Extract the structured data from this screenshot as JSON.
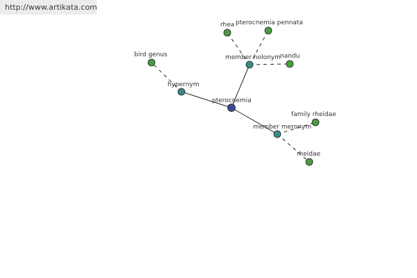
{
  "source": {
    "url_text": "http://www.artikata.com"
  },
  "colors": {
    "center": "#3d4a8c",
    "relation": "#3b8a8a",
    "leaf": "#4d9a47"
  },
  "graph": {
    "nodes": [
      {
        "id": "pterocnemia",
        "label": "pterocnemia",
        "kind": "center"
      },
      {
        "id": "hypernym",
        "label": "hypernym",
        "kind": "relation"
      },
      {
        "id": "member-holonym",
        "label": "member holonym",
        "kind": "relation"
      },
      {
        "id": "member-meronym",
        "label": "member meronym",
        "kind": "relation"
      },
      {
        "id": "bird-genus",
        "label": "bird genus",
        "kind": "leaf"
      },
      {
        "id": "rhea",
        "label": "rhea",
        "kind": "leaf"
      },
      {
        "id": "pterocnemia-pennata",
        "label": "pterocnemia pennata",
        "kind": "leaf"
      },
      {
        "id": "nandu",
        "label": "nandu",
        "kind": "leaf"
      },
      {
        "id": "family-rheidae",
        "label": "family rheidae",
        "kind": "leaf"
      },
      {
        "id": "rheidae",
        "label": "rheidae",
        "kind": "leaf"
      }
    ],
    "edges": [
      {
        "from": "pterocnemia",
        "to": "hypernym",
        "style": "solid"
      },
      {
        "from": "pterocnemia",
        "to": "member-holonym",
        "style": "solid"
      },
      {
        "from": "pterocnemia",
        "to": "member-meronym",
        "style": "solid"
      },
      {
        "from": "hypernym",
        "to": "bird-genus",
        "style": "dashed"
      },
      {
        "from": "member-holonym",
        "to": "rhea",
        "style": "dashed"
      },
      {
        "from": "member-holonym",
        "to": "pterocnemia-pennata",
        "style": "dashed"
      },
      {
        "from": "member-holonym",
        "to": "nandu",
        "style": "dashed"
      },
      {
        "from": "member-meronym",
        "to": "family-rheidae",
        "style": "dashed"
      },
      {
        "from": "member-meronym",
        "to": "rheidae",
        "style": "dashed"
      }
    ]
  }
}
